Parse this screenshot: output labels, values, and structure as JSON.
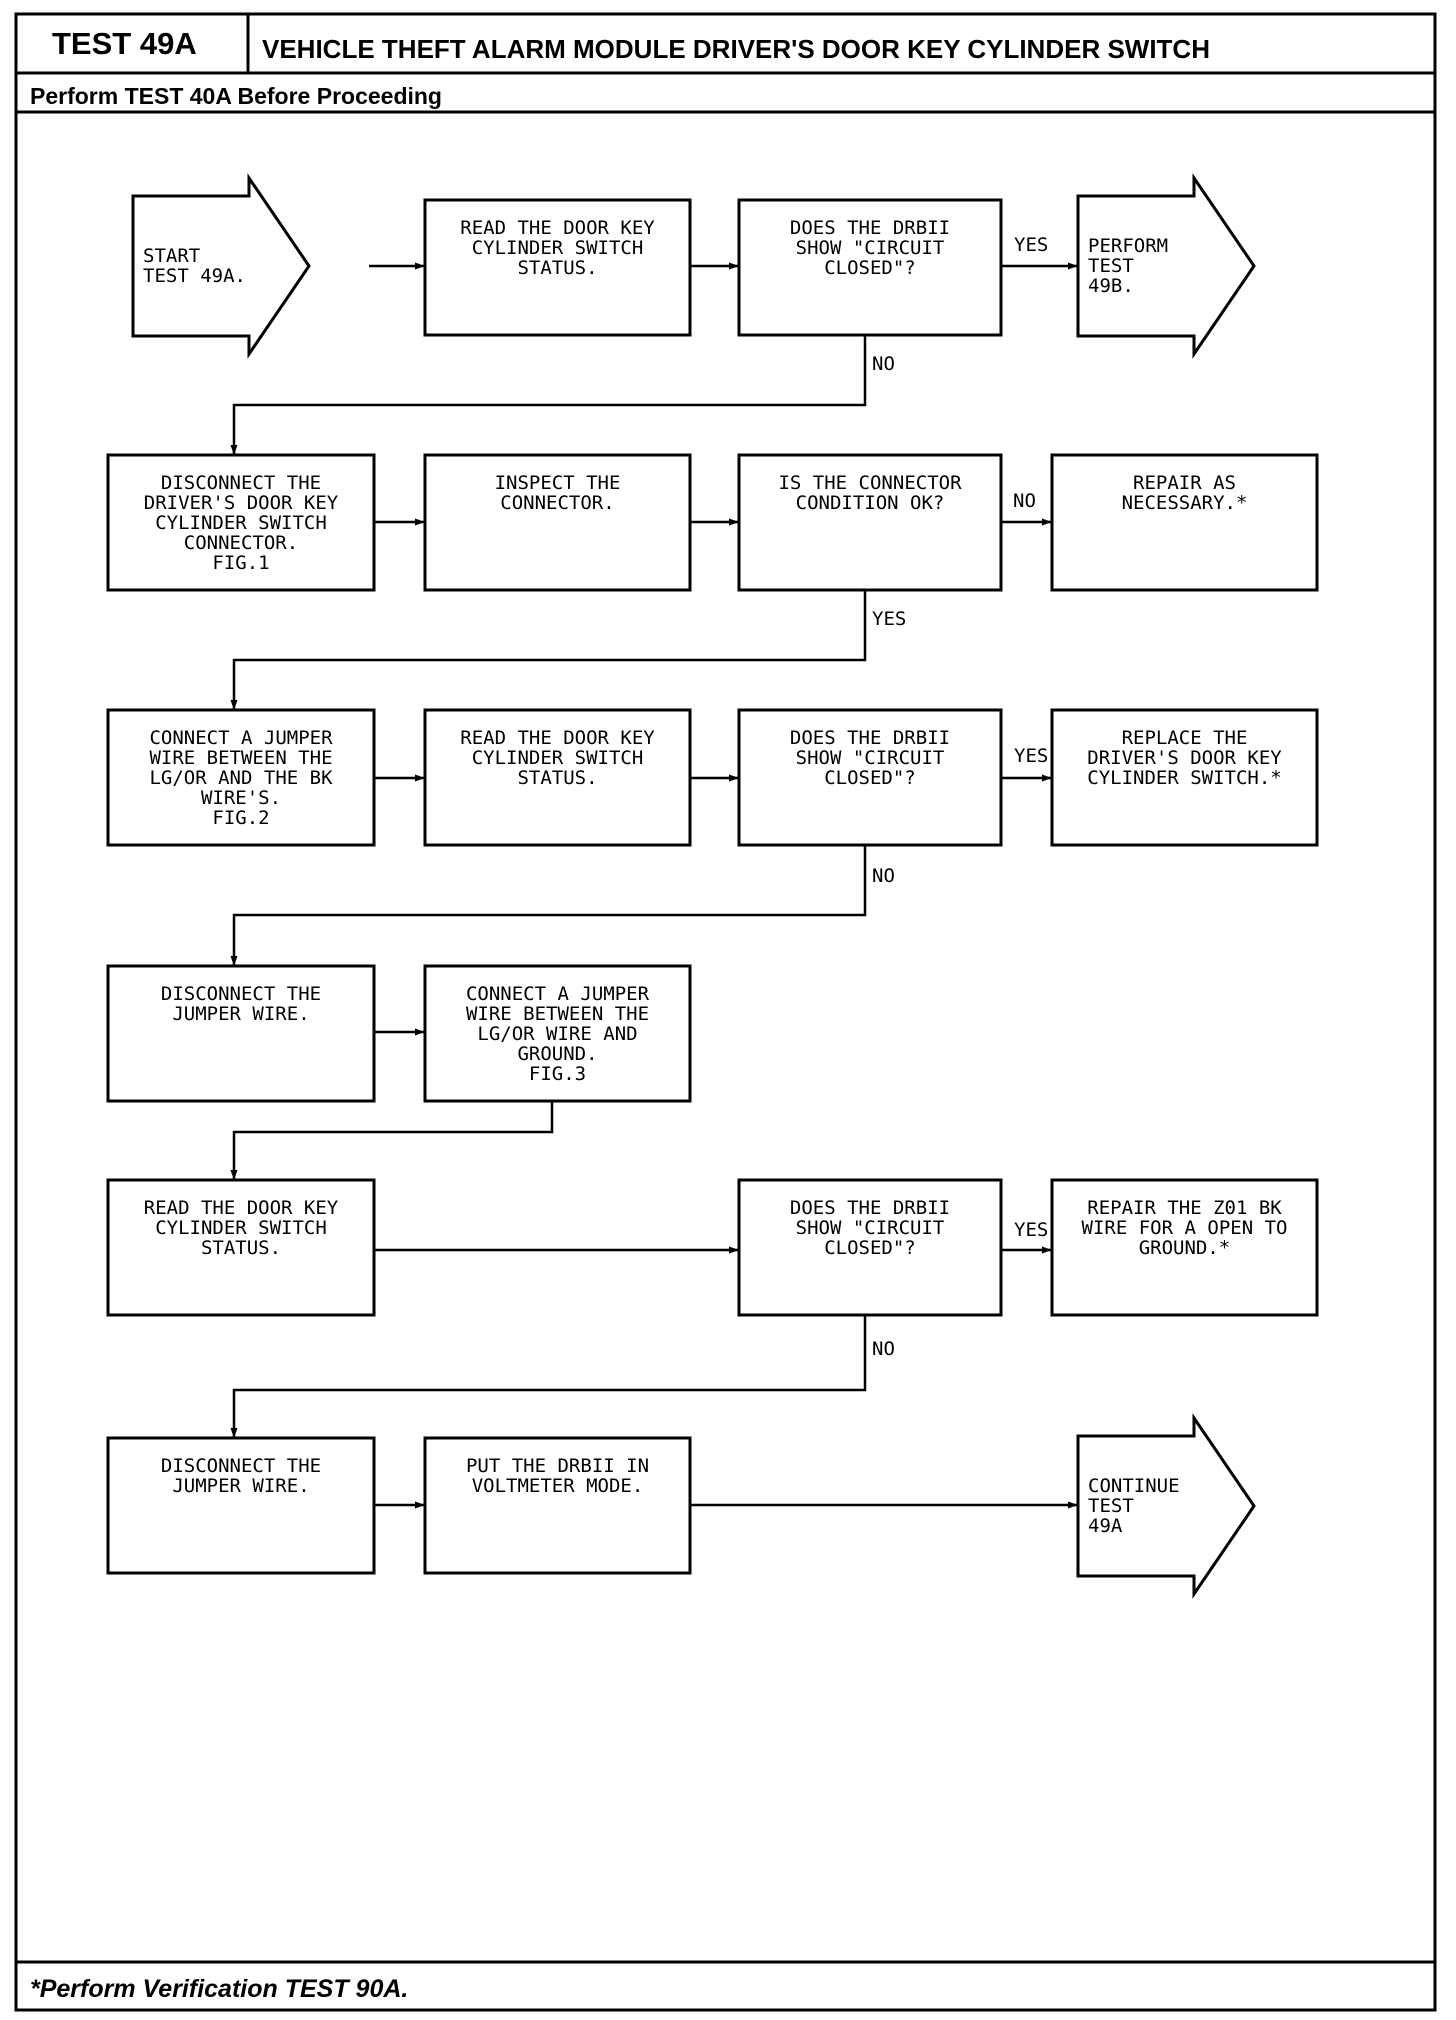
{
  "header": {
    "test_id": "TEST 49A",
    "title": "VEHICLE THEFT ALARM MODULE DRIVER'S DOOR KEY CYLINDER SWITCH",
    "prerequisite": "Perform TEST 40A Before Proceeding"
  },
  "footer": {
    "note": "*Perform Verification TEST 90A."
  },
  "flowchart": {
    "nodes": [
      {
        "id": "n1",
        "shape": "arrow",
        "text": "START TEST 49A."
      },
      {
        "id": "n2",
        "shape": "box",
        "text": "READ THE DOOR KEY\nCYLINDER SWITCH\nSTATUS."
      },
      {
        "id": "n3",
        "shape": "box",
        "text": "DOES THE DRBII\nSHOW \"CIRCUIT\nCLOSED\"?"
      },
      {
        "id": "n4",
        "shape": "arrow",
        "text": "PERFORM TEST\n49B."
      },
      {
        "id": "n5",
        "shape": "box",
        "text": "DISCONNECT THE\nDRIVER'S DOOR KEY\nCYLINDER SWITCH\nCONNECTOR.\nFIG.1"
      },
      {
        "id": "n6",
        "shape": "box",
        "text": "INSPECT THE\nCONNECTOR."
      },
      {
        "id": "n7",
        "shape": "box",
        "text": "IS THE CONNECTOR\nCONDITION OK?"
      },
      {
        "id": "n8",
        "shape": "box",
        "text": "REPAIR AS\nNECESSARY.*"
      },
      {
        "id": "n9",
        "shape": "box",
        "text": "CONNECT A JUMPER\nWIRE BETWEEN THE\nLG/OR AND THE BK\nWIRE'S.\nFIG.2"
      },
      {
        "id": "n10",
        "shape": "box",
        "text": "READ THE DOOR KEY\nCYLINDER SWITCH\nSTATUS."
      },
      {
        "id": "n11",
        "shape": "box",
        "text": "DOES THE DRBII\nSHOW \"CIRCUIT\nCLOSED\"?"
      },
      {
        "id": "n12",
        "shape": "box",
        "text": "REPLACE THE\nDRIVER'S DOOR KEY\nCYLINDER SWITCH.*"
      },
      {
        "id": "n13",
        "shape": "box",
        "text": "DISCONNECT THE\nJUMPER WIRE."
      },
      {
        "id": "n14",
        "shape": "box",
        "text": "CONNECT A JUMPER\nWIRE BETWEEN THE\nLG/OR WIRE AND\nGROUND.\nFIG.3"
      },
      {
        "id": "n15",
        "shape": "box",
        "text": "READ THE DOOR KEY\nCYLINDER SWITCH\nSTATUS."
      },
      {
        "id": "n16",
        "shape": "box",
        "text": "DOES THE DRBII\nSHOW \"CIRCUIT\nCLOSED\"?"
      },
      {
        "id": "n17",
        "shape": "box",
        "text": "REPAIR THE Z01 BK\nWIRE FOR A OPEN TO\nGROUND.*"
      },
      {
        "id": "n18",
        "shape": "box",
        "text": "DISCONNECT THE\nJUMPER WIRE."
      },
      {
        "id": "n19",
        "shape": "box",
        "text": "PUT THE DRBII IN\nVOLTMETER MODE."
      },
      {
        "id": "n20",
        "shape": "arrow",
        "text": "CONTINUE TEST\n49A"
      }
    ],
    "edges": [
      {
        "from": "n1",
        "to": "n2",
        "label": ""
      },
      {
        "from": "n2",
        "to": "n3",
        "label": ""
      },
      {
        "from": "n3",
        "to": "n4",
        "label": "YES"
      },
      {
        "from": "n3",
        "to": "n5",
        "label": "NO"
      },
      {
        "from": "n5",
        "to": "n6",
        "label": ""
      },
      {
        "from": "n6",
        "to": "n7",
        "label": ""
      },
      {
        "from": "n7",
        "to": "n8",
        "label": "NO"
      },
      {
        "from": "n7",
        "to": "n9",
        "label": "YES"
      },
      {
        "from": "n9",
        "to": "n10",
        "label": ""
      },
      {
        "from": "n10",
        "to": "n11",
        "label": ""
      },
      {
        "from": "n11",
        "to": "n12",
        "label": "YES"
      },
      {
        "from": "n11",
        "to": "n13",
        "label": "NO"
      },
      {
        "from": "n13",
        "to": "n14",
        "label": ""
      },
      {
        "from": "n14",
        "to": "n15",
        "label": ""
      },
      {
        "from": "n15",
        "to": "n16",
        "label": ""
      },
      {
        "from": "n16",
        "to": "n17",
        "label": "YES"
      },
      {
        "from": "n16",
        "to": "n18",
        "label": "NO"
      },
      {
        "from": "n18",
        "to": "n19",
        "label": ""
      },
      {
        "from": "n19",
        "to": "n20",
        "label": ""
      }
    ]
  }
}
